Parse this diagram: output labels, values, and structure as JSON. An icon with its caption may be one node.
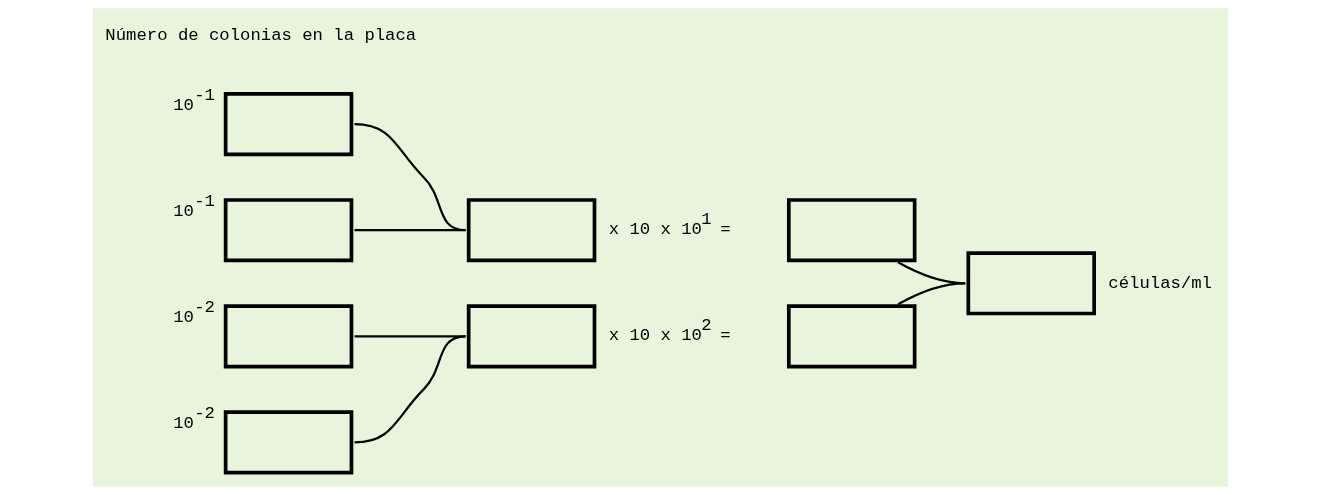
{
  "diagram": {
    "nodes": [
      {
        "text": [],
        "shape": "box",
        "beside": [
          "10$^{-1}$"
        ]
      },
      {
        "text": [],
        "shape": "box",
        "beside": [
          "10$^{-1}$"
        ]
      },
      {
        "text": [],
        "shape": "box",
        "beside": [
          "x 10 x 10$^{1}$ ="
        ]
      },
      {
        "text": [],
        "shape": "box"
      },
      {
        "text": [],
        "shape": "box",
        "beside": [
          "10$^{-2}$"
        ]
      },
      {
        "text": [],
        "shape": "box",
        "beside": [
          "10$^{-2}$"
        ]
      },
      {
        "text": [],
        "shape": "box",
        "beside": [
          "x 10 x 10$^{2}$ ="
        ]
      },
      {
        "text": [],
        "shape": "box"
      },
      {
        "text": [],
        "shape": "box",
        "beside": [
          "células/ml"
        ]
      }
    ],
    "edges": [
      {
        "from": 0,
        "to": 2,
        "arrow": "none"
      },
      {
        "from": 1,
        "to": 2,
        "arrow": "none"
      },
      {
        "from": 3,
        "to": 8,
        "arrow": "none"
      },
      {
        "from": 4,
        "to": 6,
        "arrow": "none"
      },
      {
        "from": 5,
        "to": 6,
        "arrow": "none"
      },
      {
        "from": 7,
        "to": 8,
        "arrow": "none"
      }
    ],
    "labels": [
      "Número de colonias en la placa"
    ]
  }
}
